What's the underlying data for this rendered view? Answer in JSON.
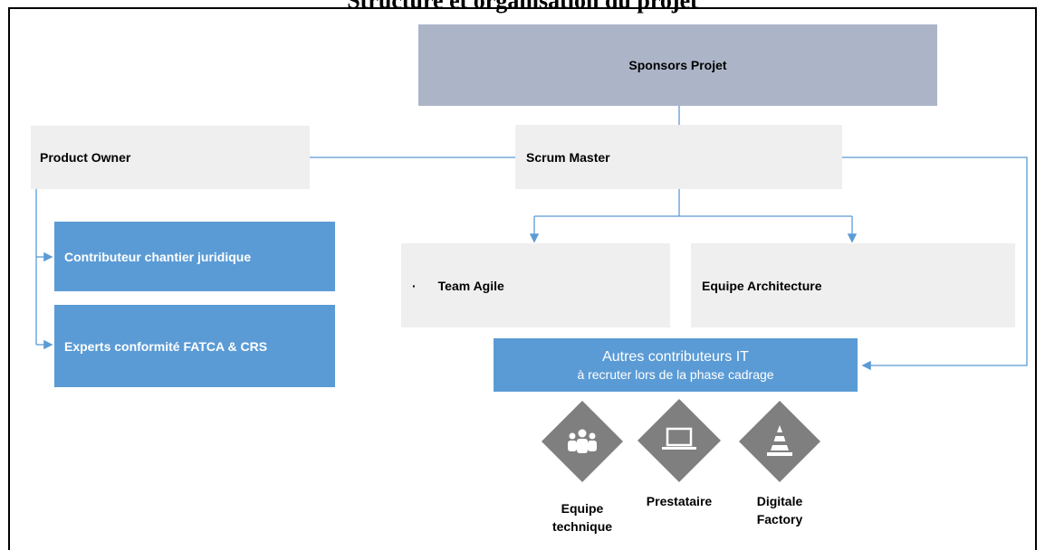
{
  "title": "Structure et organisation du projet",
  "boxes": {
    "sponsors": "Sponsors Projet",
    "product_owner": "Product Owner",
    "scrum_master": "Scrum Master",
    "contrib_juridique": "Contributeur chantier juridique",
    "experts": "Experts conformité FATCA & CRS",
    "team_agile": "Team Agile",
    "equipe_architecture": "Equipe Architecture",
    "autres_line1": "Autres contributeurs IT",
    "autres_line2": "à recruter lors de la phase cadrage"
  },
  "icons": [
    {
      "name": "people-icon",
      "label1": "Equipe",
      "label2": "technique"
    },
    {
      "name": "laptop-icon",
      "label1": "Prestataire",
      "label2": ""
    },
    {
      "name": "cone-icon",
      "label1": "Digitale",
      "label2": "Factory"
    }
  ],
  "colors": {
    "blue": "#5b9bd5",
    "grey": "#efefef",
    "sponsor": "#acb5c8",
    "diamond": "#7f7f7f"
  }
}
